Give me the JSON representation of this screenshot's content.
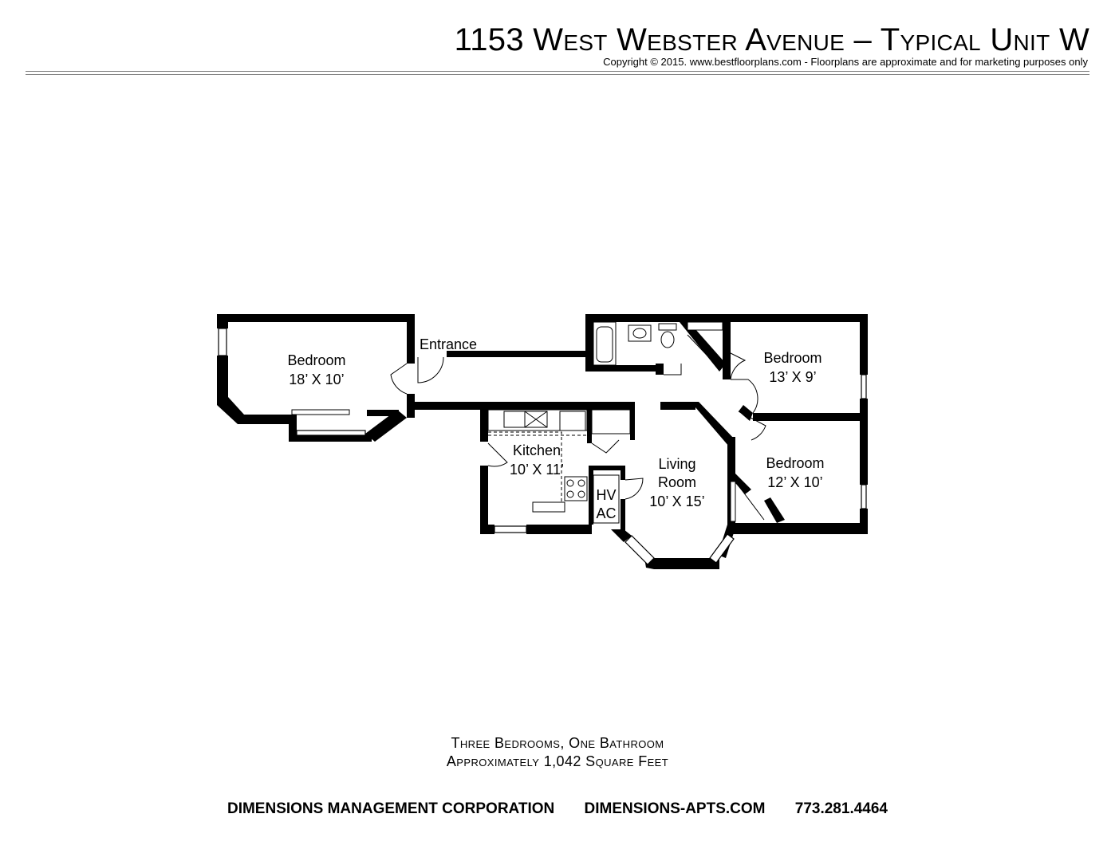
{
  "header": {
    "title": "1153 West Webster Avenue – Typical Unit W",
    "copyright": "Copyright © 2015. www.bestfloorplans.com - Floorplans are approximate and for marketing purposes only"
  },
  "rooms": {
    "bedroom1": {
      "name": "Bedroom",
      "size": "18’ X 10’"
    },
    "entrance": {
      "name": "Entrance"
    },
    "bedroom2": {
      "name": "Bedroom",
      "size": "13’ X 9’"
    },
    "bedroom3": {
      "name": "Bedroom",
      "size": "12’ X 10’"
    },
    "kitchen": {
      "name": "Kitchen",
      "size": "10’ X 11’"
    },
    "living": {
      "name_line1": "Living",
      "name_line2": "Room",
      "size": "10’ X 15’"
    },
    "hvac": {
      "line1": "HV",
      "line2": "AC"
    }
  },
  "summary": {
    "line1": "Three Bedrooms, One Bathroom",
    "line2": "Approximately 1,042 Square Feet"
  },
  "footer": {
    "company": "DIMENSIONS MANAGEMENT CORPORATION",
    "website": "DIMENSIONS-APTS.COM",
    "phone": "773.281.4464"
  }
}
